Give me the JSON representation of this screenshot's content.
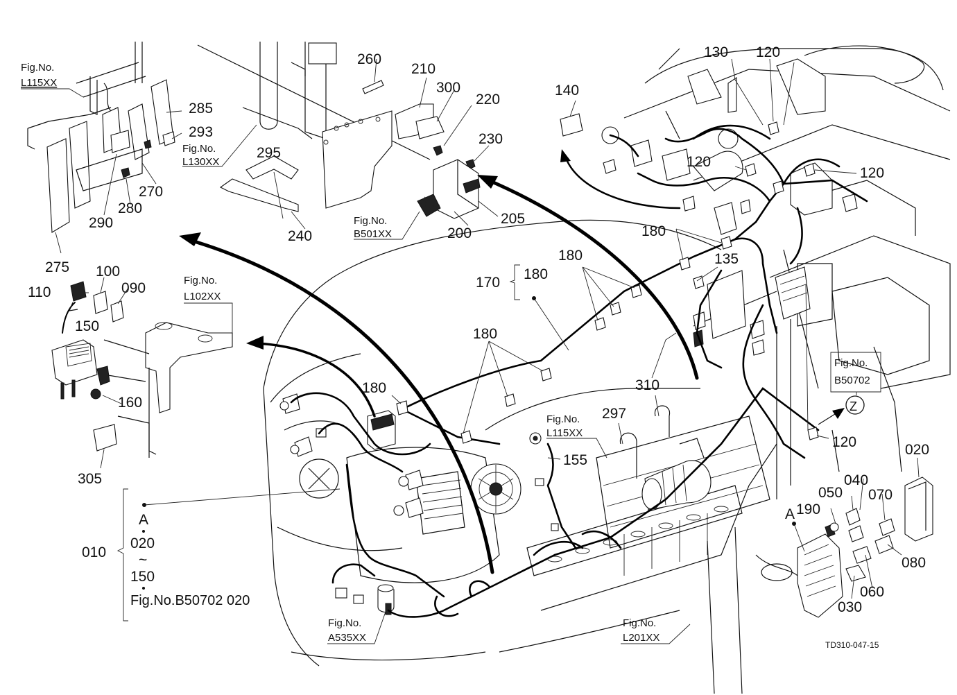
{
  "figure_refs": {
    "top_left": {
      "prefix": "Fig.No.",
      "code": "L115XX"
    },
    "bracket": {
      "prefix": "Fig.No.",
      "code": "L130XX"
    },
    "relay": {
      "prefix": "Fig.No.",
      "code": "B501XX"
    },
    "mount": {
      "prefix": "Fig.No.",
      "code": "L102XX"
    },
    "alternator": {
      "prefix": "Fig.No.",
      "code": "L115XX"
    },
    "fusebox": {
      "prefix": "Fig.No.",
      "code": "B50702"
    },
    "horn": {
      "prefix": "Fig.No.",
      "code": "A535XX"
    },
    "frame": {
      "prefix": "Fig.No.",
      "code": "L201XX"
    }
  },
  "part_numbers": {
    "p260": "260",
    "p210": "210",
    "p300": "300",
    "p220": "220",
    "p230": "230",
    "p285": "285",
    "p293": "293",
    "p270": "270",
    "p280": "280",
    "p290": "290",
    "p295": "295",
    "p240": "240",
    "p275": "275",
    "p205": "205",
    "p200": "200",
    "p140": "140",
    "p130": "130",
    "p120a": "120",
    "p120b": "120",
    "p120c": "120",
    "p120d": "120",
    "p180a": "180",
    "p135": "135",
    "p180b": "180",
    "p170": "170",
    "p180c": "180",
    "p180d": "180",
    "p180e": "180",
    "p100": "100",
    "p110": "110",
    "p090": "090",
    "p150": "150",
    "p160": "160",
    "p305": "305",
    "p310": "310",
    "p297": "297",
    "p155": "155",
    "p020a": "020",
    "p040": "040",
    "p050": "050",
    "p070": "070",
    "p190": "190",
    "p080": "080",
    "p060": "060",
    "p030": "030",
    "p010": "010"
  },
  "callouts": {
    "assembly_a": "A",
    "range_start": "020",
    "range_tilde": "~",
    "range_end": "150",
    "ref_line": "Fig.No.B50702  020",
    "view_a": "A",
    "view_z": "Z"
  },
  "drawing_code": "TD310-047-15"
}
